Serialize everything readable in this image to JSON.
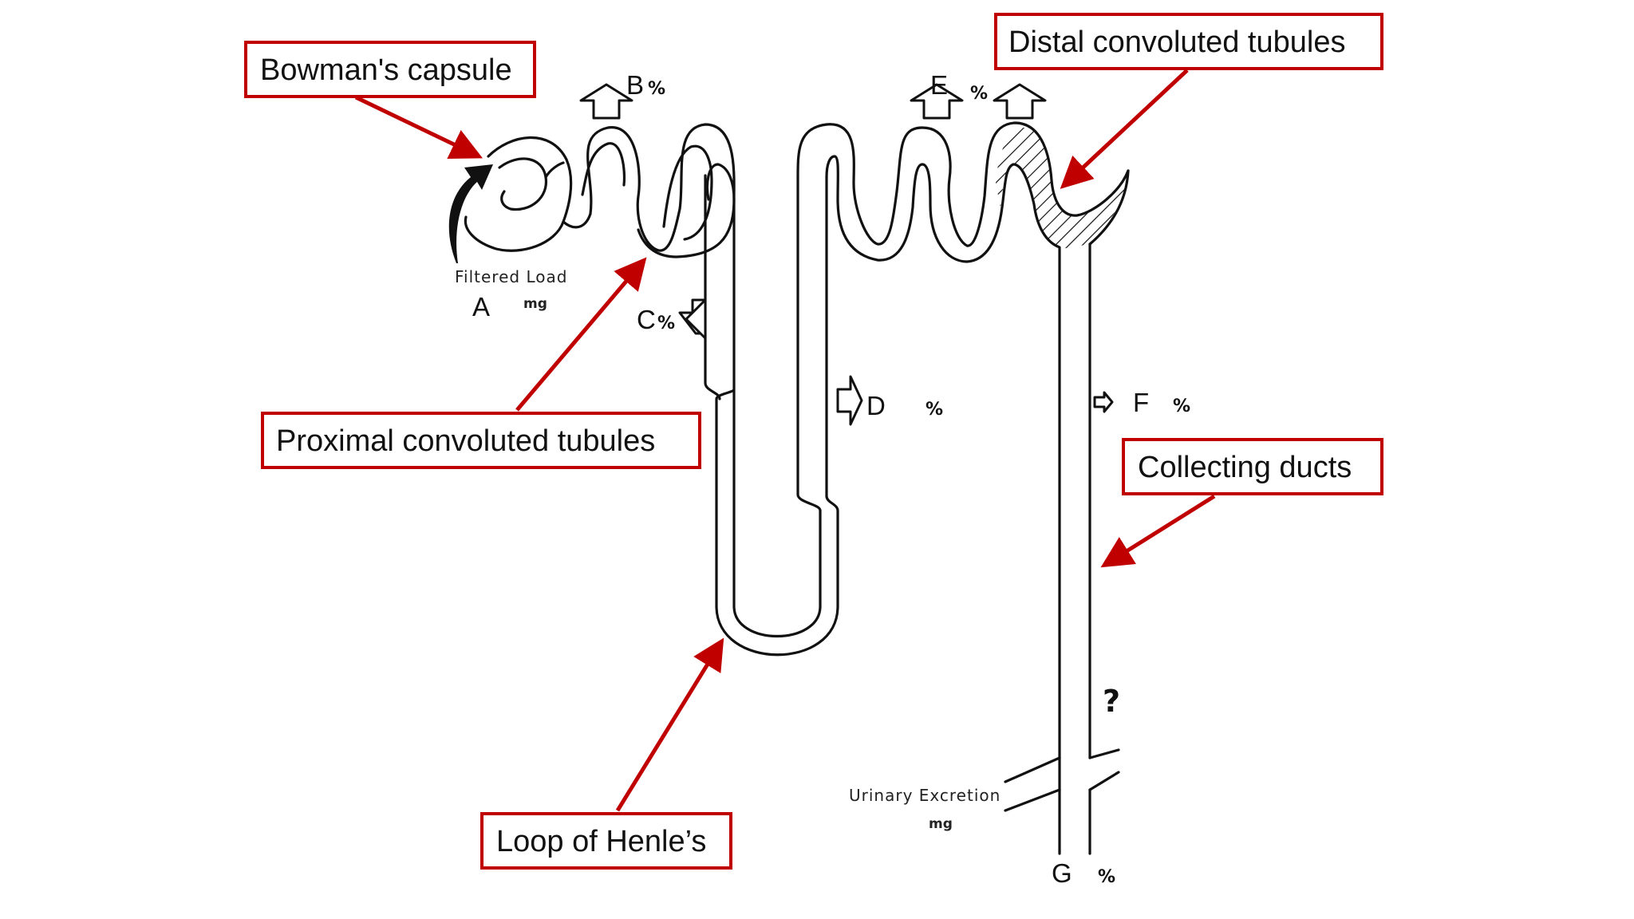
{
  "points": {
    "A": "A",
    "B": "B",
    "C": "C",
    "D": "D",
    "E": "E",
    "F": "F",
    "G": "G",
    "percent": "%",
    "mg": "mg",
    "question": "?"
  },
  "notes": {
    "filtered_load": "Filtered Load",
    "urinary_excretion": "Urinary Excretion"
  },
  "callouts": {
    "bowmans_capsule": "Bowman's capsule",
    "proximal_tubules": "Proximal convoluted tubules",
    "loop_of_henle": "Loop of Henle’s",
    "distal_tubules": "Distal convoluted tubules",
    "collecting_ducts": "Collecting ducts"
  },
  "colors": {
    "callout_border": "#c00000",
    "line": "#111111"
  }
}
